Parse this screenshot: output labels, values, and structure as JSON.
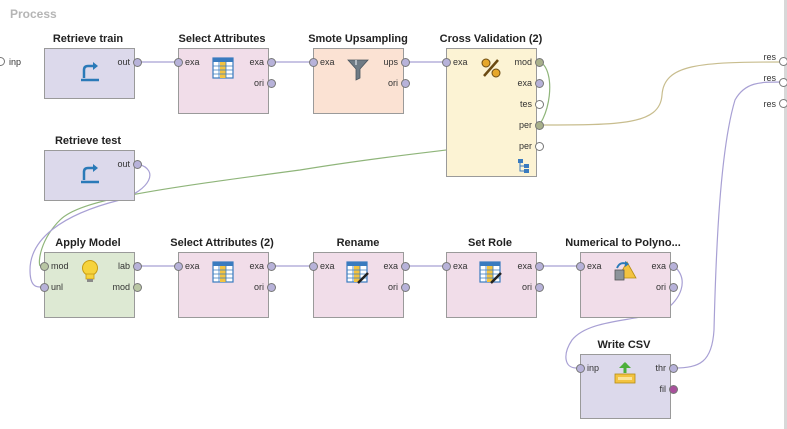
{
  "process_title": "Process",
  "process_input_label": "inp",
  "process_outputs": [
    "res",
    "res",
    "res"
  ],
  "operators": {
    "retrieve_train": {
      "name": "Retrieve train",
      "ports_out": [
        "out"
      ],
      "icon": "retrieve-icon"
    },
    "select_attributes": {
      "name": "Select Attributes",
      "ports_in": [
        "exa"
      ],
      "ports_out": [
        "exa",
        "ori"
      ],
      "icon": "table-icon"
    },
    "smote": {
      "name": "Smote Upsampling",
      "ports_in": [
        "exa"
      ],
      "ports_out": [
        "ups",
        "ori"
      ],
      "icon": "funnel-icon"
    },
    "cross_validation": {
      "name": "Cross Validation (2)",
      "ports_in": [
        "exa"
      ],
      "ports_out": [
        "mod",
        "exa",
        "tes",
        "per",
        "per"
      ],
      "icon": "percent-icon"
    },
    "retrieve_test": {
      "name": "Retrieve test",
      "ports_out": [
        "out"
      ],
      "icon": "retrieve-icon"
    },
    "apply_model": {
      "name": "Apply Model",
      "ports_in": [
        "mod",
        "unl"
      ],
      "ports_out": [
        "lab",
        "mod"
      ],
      "icon": "lightbulb-icon"
    },
    "select_attributes_2": {
      "name": "Select Attributes (2)",
      "ports_in": [
        "exa"
      ],
      "ports_out": [
        "exa",
        "ori"
      ],
      "icon": "table-icon"
    },
    "rename": {
      "name": "Rename",
      "ports_in": [
        "exa"
      ],
      "ports_out": [
        "exa",
        "ori"
      ],
      "icon": "table-edit-icon"
    },
    "set_role": {
      "name": "Set Role",
      "ports_in": [
        "exa"
      ],
      "ports_out": [
        "exa",
        "ori"
      ],
      "icon": "table-edit-icon"
    },
    "numerical_to_polynominal": {
      "name": "Numerical to Polyno...",
      "ports_in": [
        "exa"
      ],
      "ports_out": [
        "exa",
        "ori"
      ],
      "icon": "convert-icon"
    },
    "write_csv": {
      "name": "Write CSV",
      "ports_in": [
        "inp"
      ],
      "ports_out": [
        "thr",
        "fil"
      ],
      "icon": "write-file-icon"
    }
  },
  "colors": {
    "retrieve": "#dcd9eb",
    "transform": "#f1dde9",
    "sampling": "#fbe2d3",
    "validation": "#fcf3d4",
    "modeling": "#dde9d3",
    "wire_example": "#a8a0d4",
    "wire_model": "#8fb57a",
    "wire_perf": "#c8bd8e"
  }
}
